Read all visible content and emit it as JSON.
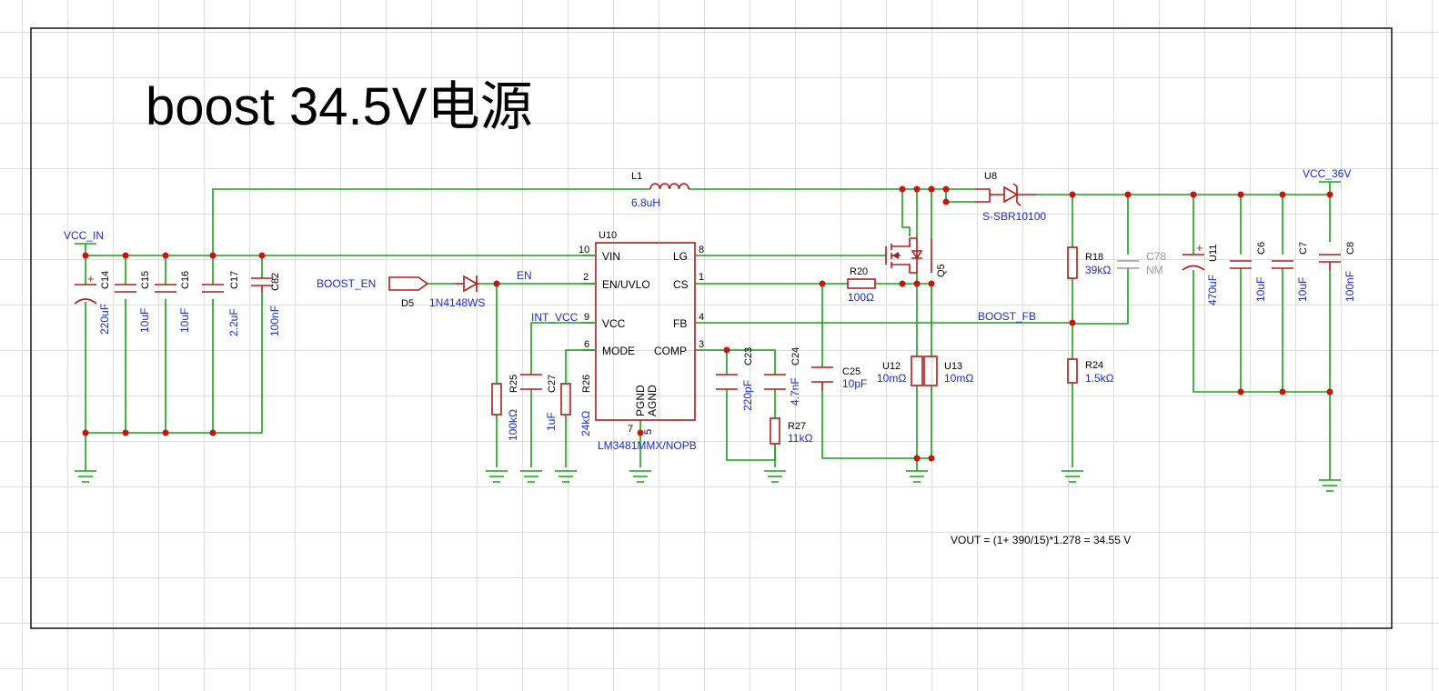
{
  "title": "boost 34.5V电源",
  "nets": {
    "vcc_in": "VCC_IN",
    "vcc_36v": "VCC_36V",
    "boost_en": "BOOST_EN",
    "en": "EN",
    "int_vcc": "INT_VCC",
    "boost_fb": "BOOST_FB"
  },
  "formula": "VOUT = (1+ 390/15)*1.278 = 34.55 V",
  "ic": {
    "ref": "U10",
    "part": "LM3481MMX/NOPB",
    "pins_left": [
      {
        "num": "10",
        "name": "VIN"
      },
      {
        "num": "2",
        "name": "EN/UVLO"
      },
      {
        "num": "9",
        "name": "VCC"
      },
      {
        "num": "6",
        "name": "MODE"
      }
    ],
    "pins_right": [
      {
        "num": "8",
        "name": "LG"
      },
      {
        "num": "1",
        "name": "CS"
      },
      {
        "num": "4",
        "name": "FB"
      },
      {
        "num": "3",
        "name": "COMP"
      }
    ],
    "pins_bottom": [
      {
        "num": "7",
        "name": "PGND"
      },
      {
        "num": "5",
        "name": "AGND"
      }
    ]
  },
  "components": {
    "C14": {
      "ref": "C14",
      "value": "220uF"
    },
    "C15": {
      "ref": "C15",
      "value": "10uF"
    },
    "C16": {
      "ref": "C16",
      "value": "10uF"
    },
    "C17": {
      "ref": "C17",
      "value": "2.2uF"
    },
    "C82": {
      "ref": "C82",
      "value": "100nF"
    },
    "L1": {
      "ref": "L1",
      "value": "6.8uH"
    },
    "D5": {
      "ref": "D5",
      "value": "1N4148WS"
    },
    "U8": {
      "ref": "U8",
      "value": "S-SBR10100"
    },
    "Q5": {
      "ref": "Q5"
    },
    "R20": {
      "ref": "R20",
      "value": "100Ω"
    },
    "R25": {
      "ref": "R25",
      "value": "100kΩ"
    },
    "C27": {
      "ref": "C27",
      "value": "1uF"
    },
    "R26": {
      "ref": "R26",
      "value": "24kΩ"
    },
    "C23": {
      "ref": "C23",
      "value": "220pF"
    },
    "C24": {
      "ref": "C24",
      "value": "4.7nF"
    },
    "R27": {
      "ref": "R27",
      "value": "11kΩ"
    },
    "C25": {
      "ref": "C25",
      "value": "10pF"
    },
    "U12": {
      "ref": "U12",
      "value": "10mΩ"
    },
    "U13": {
      "ref": "U13",
      "value": "10mΩ"
    },
    "R18": {
      "ref": "R18",
      "value": "39kΩ"
    },
    "C78": {
      "ref": "C78",
      "value": "NM"
    },
    "R24": {
      "ref": "R24",
      "value": "1.5kΩ"
    },
    "U11": {
      "ref": "U11",
      "value": "470uF"
    },
    "C6": {
      "ref": "C6",
      "value": "10uF"
    },
    "C7": {
      "ref": "C7",
      "value": "10uF"
    },
    "C8": {
      "ref": "C8",
      "value": "100nF"
    }
  },
  "colors": {
    "wire": "#1aa01a",
    "component": "#b21c1c",
    "junction": "#cc1111",
    "label": "#1c2bd6",
    "not_mounted": "#9a9a9a"
  }
}
